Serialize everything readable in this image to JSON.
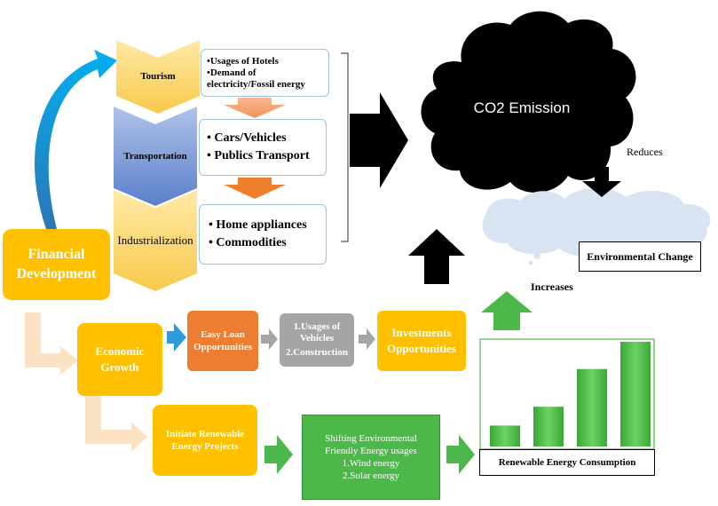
{
  "financial": {
    "label": "Financial Development"
  },
  "chevrons": [
    {
      "label": "Tourism"
    },
    {
      "label": "Transportation"
    },
    {
      "label": "Industrialization"
    }
  ],
  "tourism_box": {
    "items": [
      "Usages of Hotels",
      "Demand of electricity/Fossil energy"
    ]
  },
  "transport_box": {
    "items": [
      "Cars/Vehicles",
      "Publics Transport"
    ]
  },
  "industry_box": {
    "items": [
      "Home appliances",
      "Commodities"
    ]
  },
  "cloud": {
    "label": "CO2 Emission"
  },
  "reduces": {
    "label": "Reduces"
  },
  "env_change": {
    "label": "Environmental Change"
  },
  "increases": {
    "label": "Increases"
  },
  "economic_growth": {
    "label": "Economic Growth"
  },
  "easy_loan": {
    "label": "Easy Loan Opportunities"
  },
  "vehicles_box": {
    "items": [
      "1.Usages of Vehicles",
      "2.Construction"
    ]
  },
  "investments": {
    "label": "Investments Opportunities"
  },
  "renewable_projects": {
    "label": "Initiate Renewable Energy Projects"
  },
  "shifting": {
    "lines": [
      "Shifting Environmental",
      "Friendly Energy usages",
      "1.Wind energy",
      "2.Solar energy"
    ]
  },
  "rec": {
    "label": "Renewable Energy Consumption"
  },
  "rec_bars": {
    "values": [
      1,
      1.9,
      3.7,
      5.0
    ]
  },
  "colors": {
    "gold": "#FFC000",
    "orange": "#ED7D31",
    "peach": "#FBE5C8",
    "blue": "#4472C4",
    "gray": "#A5A5A5",
    "green": "#4CB849",
    "black": "#000000"
  }
}
